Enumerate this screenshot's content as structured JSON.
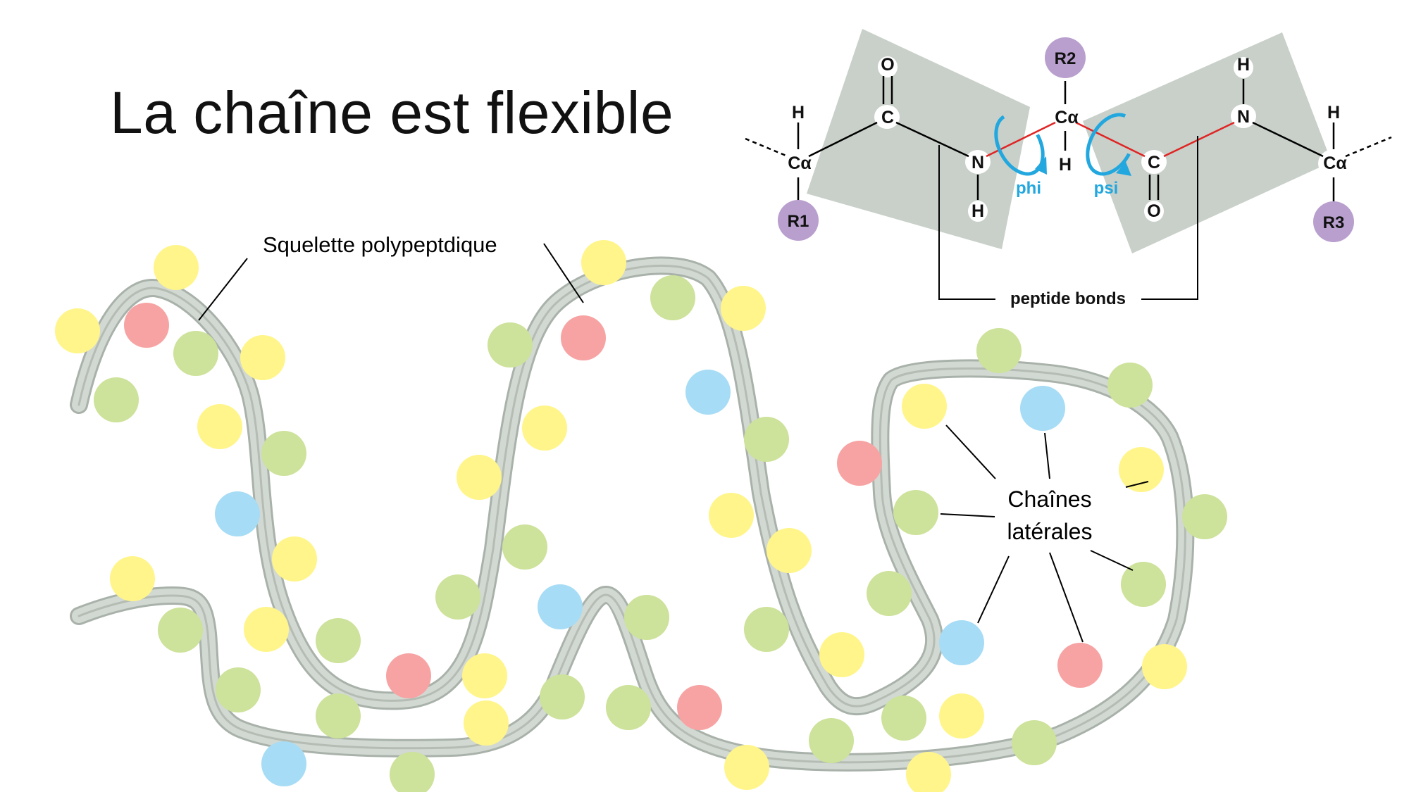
{
  "slide": {
    "title": "La chaîne est flexible"
  },
  "labels": {
    "backbone": "Squelette polypeptdique",
    "side_chains_line1": "Chaînes",
    "side_chains_line2": "latérales"
  },
  "peptide_figure": {
    "atom_O": "O",
    "atom_C": "C",
    "atom_N": "N",
    "atom_H": "H",
    "atom_C_alpha": "Cα",
    "group_R1": "R1",
    "group_R2": "R2",
    "group_R3": "R3",
    "angle_phi": "phi",
    "angle_psi": "psi",
    "bonds_label": "peptide bonds"
  },
  "colors": {
    "backbone_fill": "#cbd3cb",
    "backbone_stroke": "#aab3ab",
    "residue_yellow": "#fff58a",
    "residue_green": "#cde29a",
    "residue_red": "#f7a3a3",
    "residue_blue": "#a6dcf5",
    "plane_gray": "#c8d0c9",
    "r_group_purple": "#b99fce",
    "angle_blue": "#22a7de",
    "bond_red": "#e02424"
  }
}
